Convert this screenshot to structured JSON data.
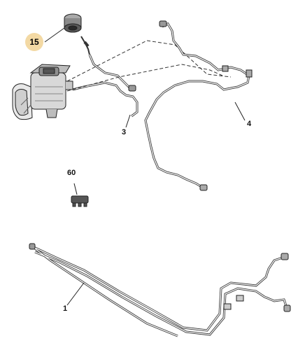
{
  "callouts": {
    "part15": "15",
    "part3": "3",
    "part4": "4",
    "part60": "60",
    "part1": "1"
  },
  "colors": {
    "highlight_badge": "#f3d9a4",
    "line": "#222222",
    "pipe_fill": "#ffffff",
    "part_fill": "#cfcfcf"
  }
}
